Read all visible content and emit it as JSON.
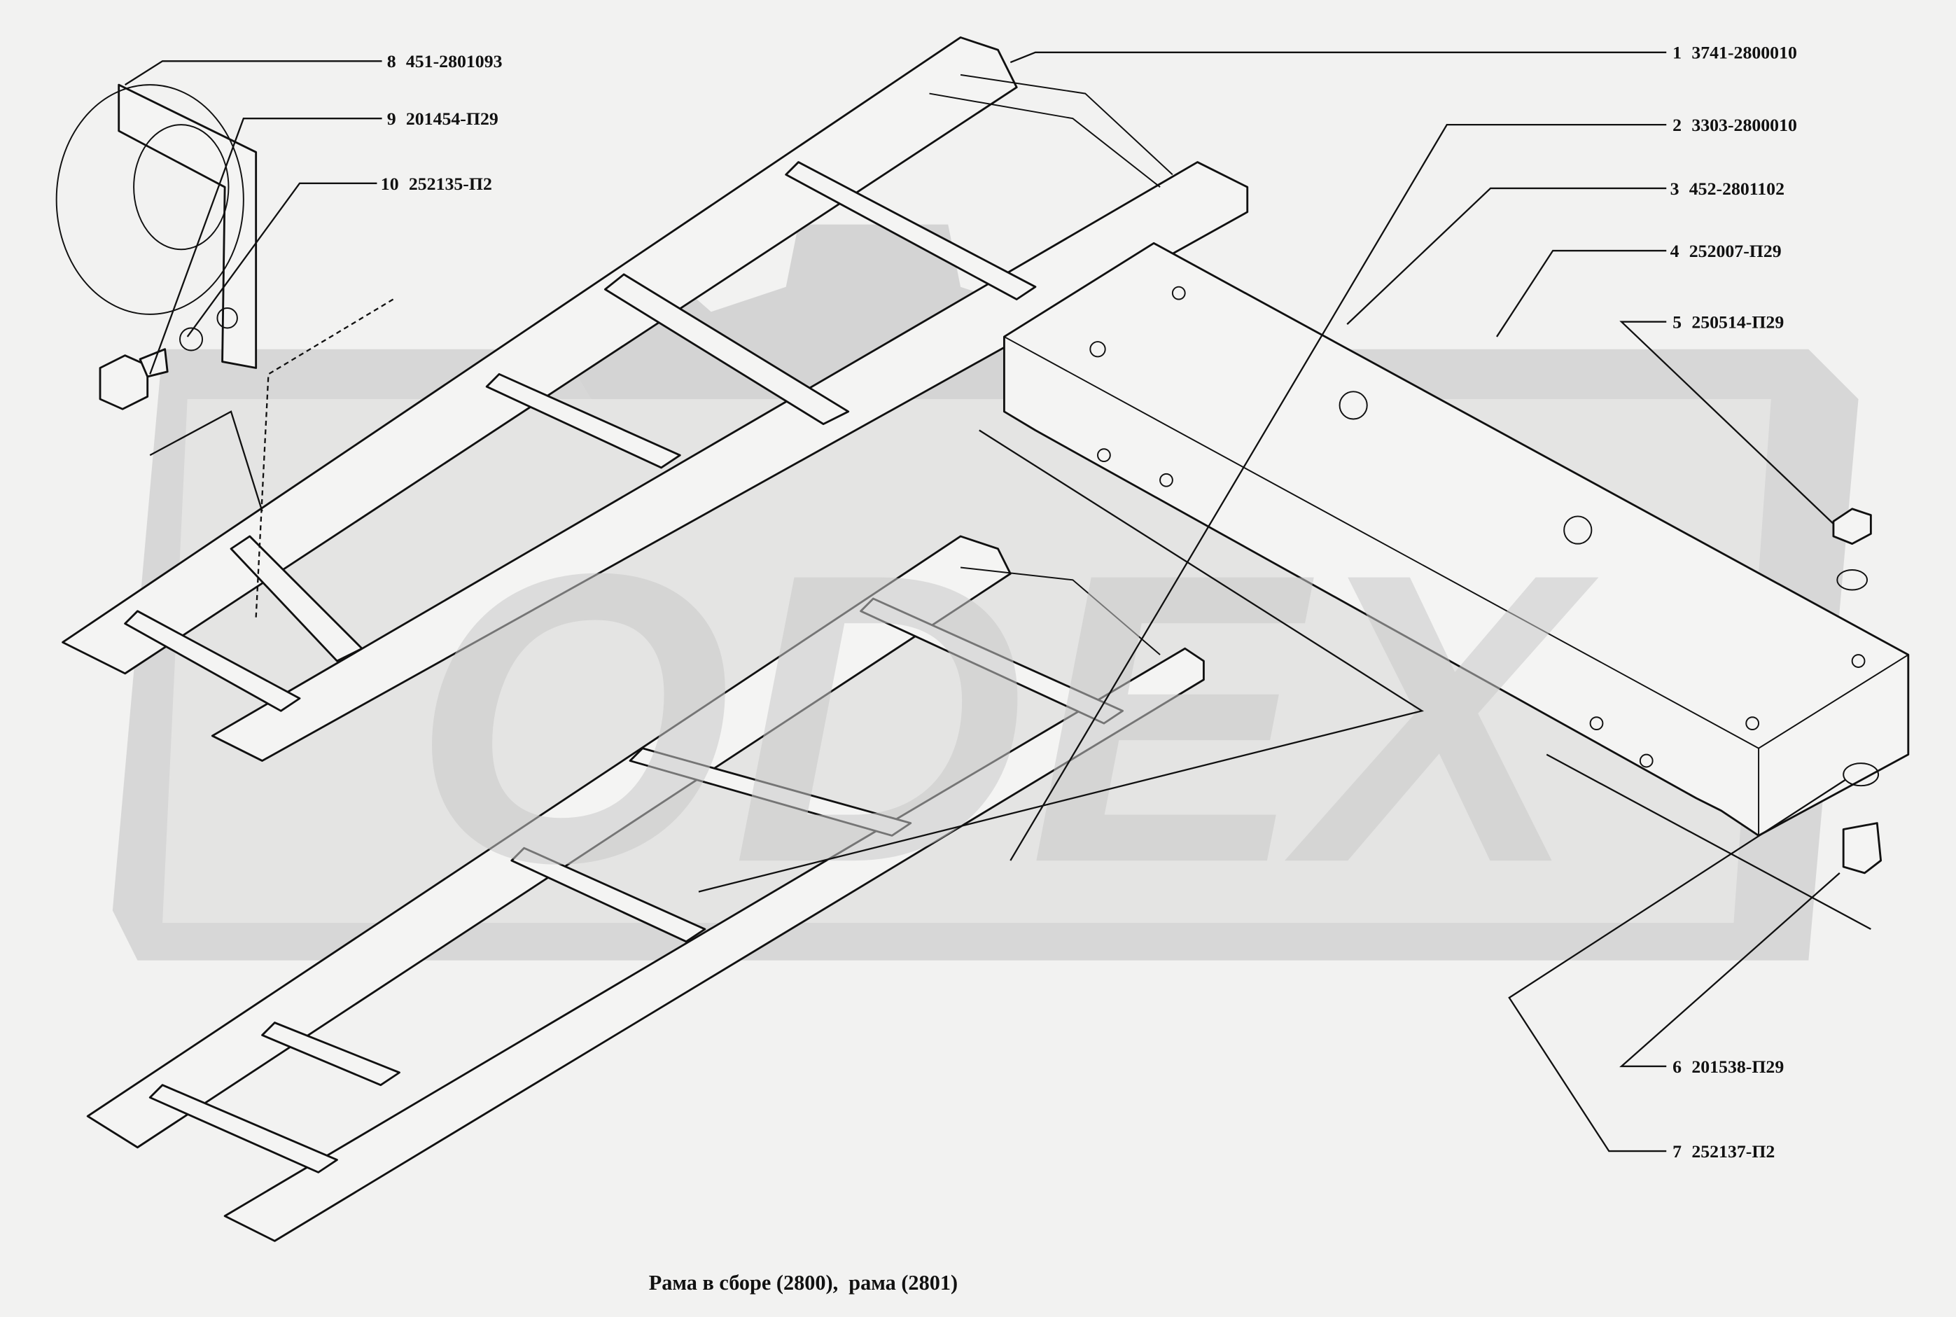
{
  "caption": "Рама в сборе (2800),  рама (2801)",
  "watermark": "ODEX",
  "callouts": [
    {
      "num": "1",
      "part": "3741-2800010"
    },
    {
      "num": "2",
      "part": "3303-2800010"
    },
    {
      "num": "3",
      "part": "452-2801102"
    },
    {
      "num": "4",
      "part": "252007-П29"
    },
    {
      "num": "5",
      "part": "250514-П29"
    },
    {
      "num": "6",
      "part": "201538-П29"
    },
    {
      "num": "7",
      "part": "252137-П2"
    },
    {
      "num": "8",
      "part": "451-2801093"
    },
    {
      "num": "9",
      "part": "201454-П29"
    },
    {
      "num": "10",
      "part": "252135-П2"
    }
  ]
}
